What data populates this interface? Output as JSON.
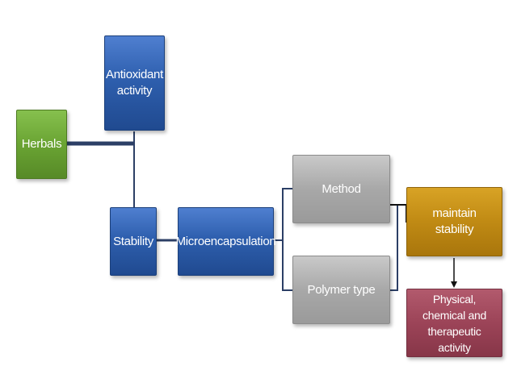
{
  "diagram": {
    "nodes": {
      "antioxidant": "Antioxidant\nactivity",
      "herbals": "Herbals",
      "stability": "Stability",
      "microencapsulation": "Microencapsulation",
      "method": "Method",
      "polymer_type": "Polymer type",
      "maintain_stability": "maintain stability",
      "activity": "Physical, chemical and\ntherapeutic activity"
    },
    "colors": {
      "blue": "#2e5fae",
      "green": "#6aa433",
      "grey": "#a8a8a8",
      "gold": "#c08a14",
      "rose": "#9c4458",
      "connector": "#2c3f66"
    }
  }
}
